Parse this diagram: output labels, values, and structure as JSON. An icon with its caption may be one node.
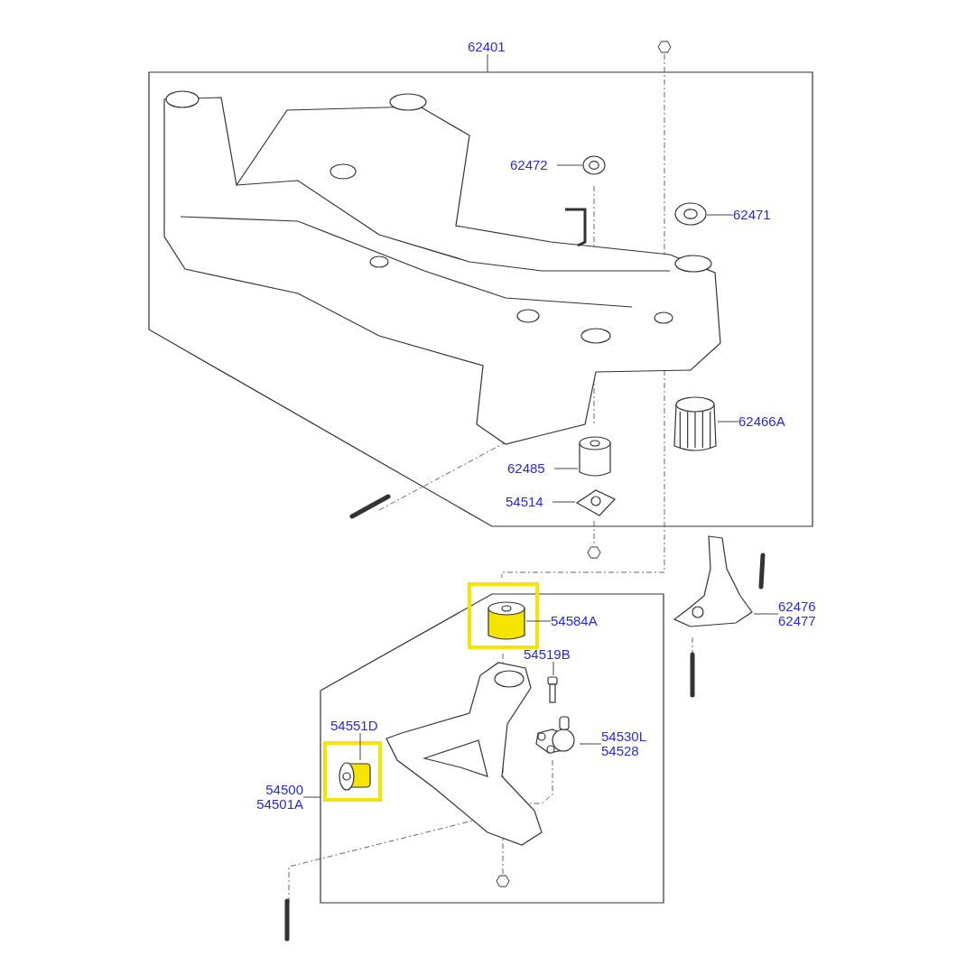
{
  "diagram": {
    "nodes": [
      {
        "text": [],
        "shape": "box"
      },
      {
        "text": [
          "62401"
        ]
      },
      {
        "text": [
          "62472"
        ],
        "in": 0
      },
      {
        "text": [],
        "shape": "picture",
        "in": 0
      },
      {
        "text": [
          "62471"
        ],
        "in": 0
      },
      {
        "text": [],
        "shape": "picture",
        "in": 0
      },
      {
        "text": [
          "62466A"
        ],
        "in": 0
      },
      {
        "text": [],
        "shape": "picture",
        "in": 0
      },
      {
        "text": [
          "62485"
        ],
        "in": 0
      },
      {
        "text": [],
        "shape": "cylinder",
        "in": 0
      },
      {
        "text": [
          "54514"
        ],
        "in": 0
      },
      {
        "text": [],
        "shape": "picture",
        "in": 0
      },
      {
        "text": [],
        "shape": "box"
      },
      {
        "text": [
          "54584A"
        ],
        "in": 12
      },
      {
        "text": [],
        "shape": "box"
      },
      {
        "text": [],
        "shape": "cylinder",
        "in": 14
      },
      {
        "text": [
          "54519B"
        ],
        "in": 12
      },
      {
        "text": [],
        "shape": "picture",
        "in": 12
      },
      {
        "text": [
          "54530L",
          "54528"
        ],
        "in": 12
      },
      {
        "text": [],
        "shape": "picture",
        "in": 12
      },
      {
        "text": [
          "54551D"
        ],
        "in": 12
      },
      {
        "text": [],
        "shape": "box",
        "in": 12
      },
      {
        "text": [],
        "shape": "cylinder",
        "in": 21
      },
      {
        "text": [
          "54500",
          "54501A"
        ]
      },
      {
        "text": [
          "62476",
          "62477"
        ]
      },
      {
        "text": [],
        "shape": "picture"
      }
    ],
    "edges": [
      {
        "from": 1,
        "to": 0,
        "arrow": "none"
      },
      {
        "from": 2,
        "to": 3,
        "arrow": "none"
      },
      {
        "from": 4,
        "to": 5,
        "arrow": "none"
      },
      {
        "from": 6,
        "to": 7,
        "arrow": "none"
      },
      {
        "from": 8,
        "to": 9,
        "arrow": "none"
      },
      {
        "from": 10,
        "to": 11,
        "arrow": "none"
      },
      {
        "from": 13,
        "to": 15,
        "arrow": "none"
      },
      {
        "from": 16,
        "to": 17,
        "arrow": "none"
      },
      {
        "from": 18,
        "to": 19,
        "arrow": "none"
      },
      {
        "from": 20,
        "to": 22,
        "arrow": "none"
      },
      {
        "from": 23,
        "to": 12,
        "arrow": "none"
      },
      {
        "from": 24,
        "to": 25,
        "arrow": "none"
      }
    ]
  }
}
